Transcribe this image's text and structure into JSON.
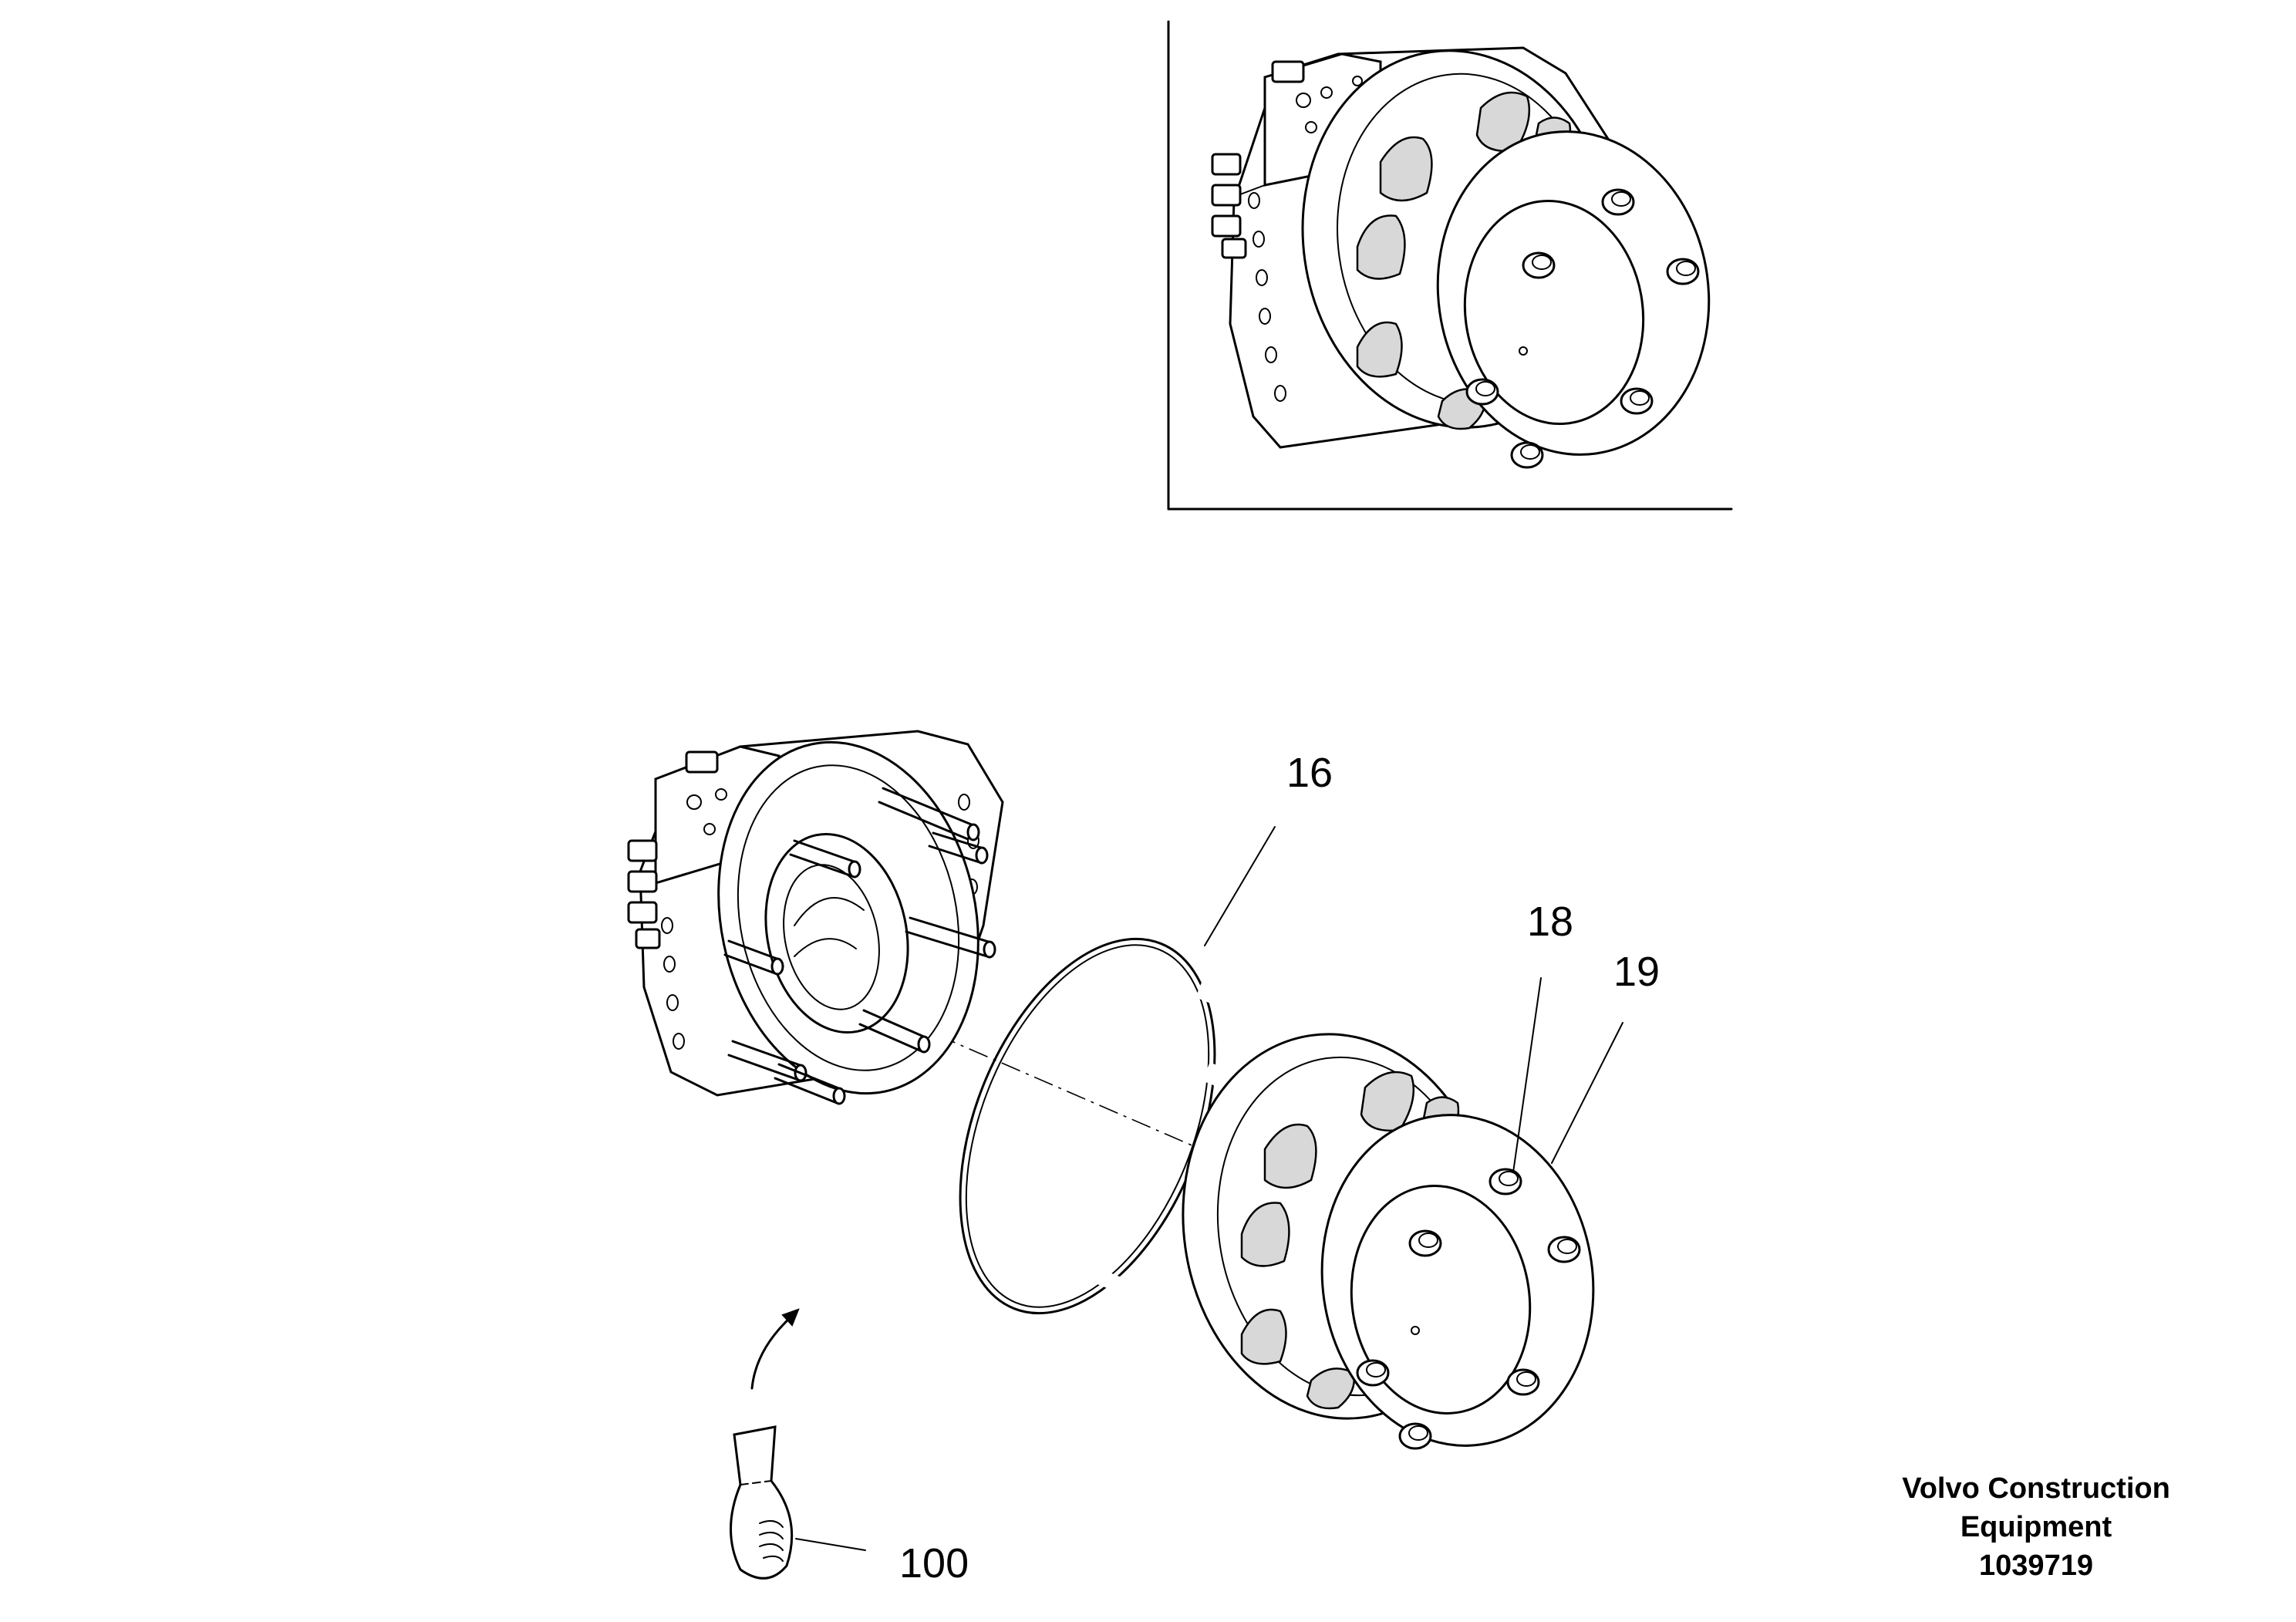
{
  "callouts": {
    "ring": "16",
    "washer": "18",
    "bolt": "19",
    "grease": "100"
  },
  "footer": {
    "line1": "Volvo Construction",
    "line2": "Equipment",
    "doc_number": "1039719"
  }
}
